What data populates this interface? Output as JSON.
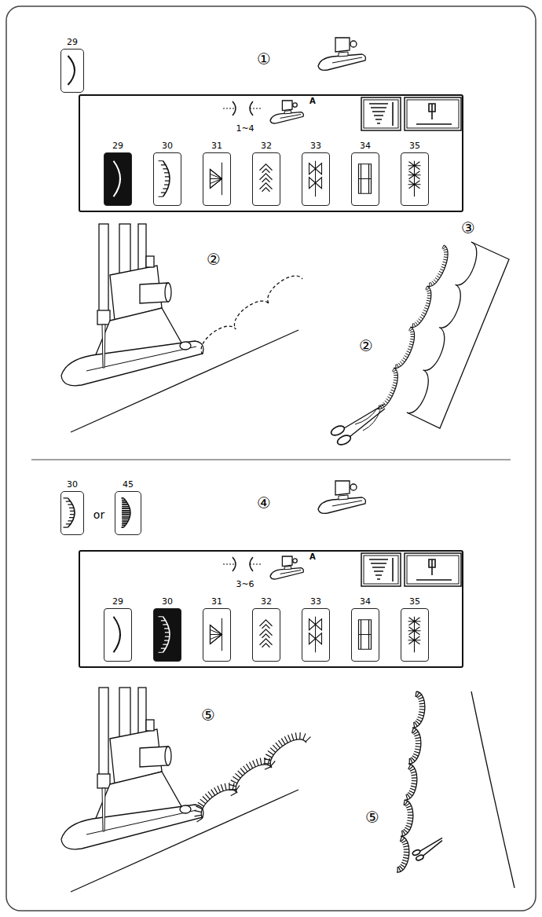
{
  "diagram": {
    "nodes": [
      {
        "text": [
          "29"
        ]
      },
      {
        "text": [
          "1~4",
          "A"
        ]
      },
      {
        "text": [
          "29"
        ],
        "in": 1
      },
      {
        "text": [
          "30"
        ],
        "in": 1
      },
      {
        "text": [
          "31"
        ],
        "in": 1
      },
      {
        "text": [
          "32"
        ],
        "in": 1
      },
      {
        "text": [
          "33"
        ],
        "in": 1
      },
      {
        "text": [
          "34"
        ],
        "in": 1
      },
      {
        "text": [
          "35"
        ],
        "in": 1
      },
      {
        "text": [
          "30"
        ]
      },
      {
        "text": [
          "45"
        ]
      },
      {
        "text": [
          "3~6",
          "A"
        ]
      },
      {
        "text": [
          "29"
        ],
        "in": 11
      },
      {
        "text": [
          "30"
        ],
        "in": 11
      },
      {
        "text": [
          "31"
        ],
        "in": 11
      },
      {
        "text": [
          "32"
        ],
        "in": 11
      },
      {
        "text": [
          "33"
        ],
        "in": 11
      },
      {
        "text": [
          "34"
        ],
        "in": 11
      },
      {
        "text": [
          "35"
        ],
        "in": 11
      }
    ],
    "labels": [
      "①",
      "②",
      "③",
      "②",
      "or",
      "④",
      "⑤",
      "⑤"
    ]
  }
}
